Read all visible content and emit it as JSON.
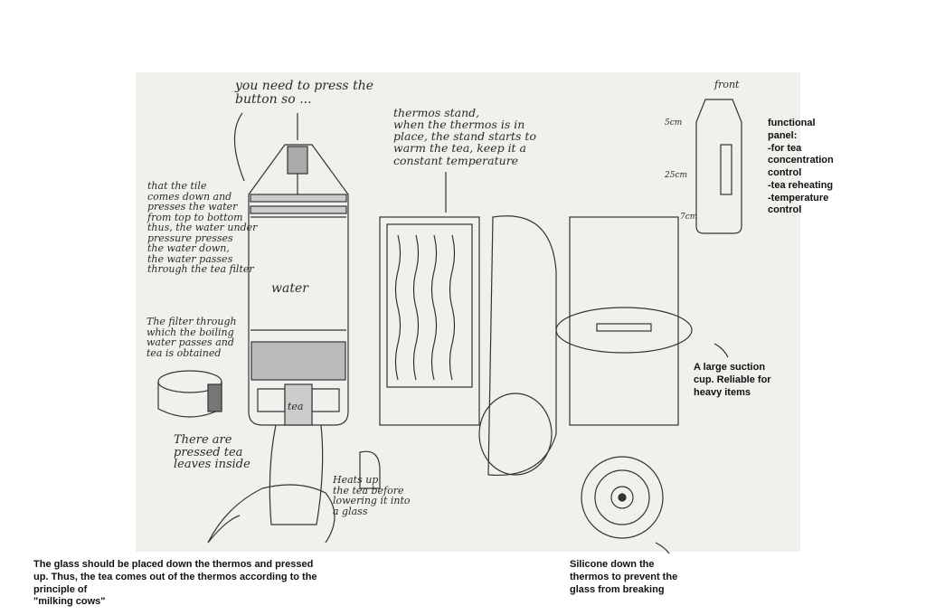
{
  "handwritten": {
    "press_button": "you need to press the\nbutton so ...",
    "thermos_stand": "thermos stand,\nwhen the thermos is in\nplace, the stand starts to\nwarm the tea, keep it a\nconstant temperature",
    "tile": "that the tile\ncomes down and\npresses the water\nfrom top to bottom\nthus, the water under\npressure presses\nthe water down,\nthe water passes\nthrough the tea filter",
    "water_label": "water",
    "filter": "The filter through\nwhich the boiling\nwater passes and\ntea is obtained",
    "tea_label": "tea",
    "pressed_leaves": "There are\npressed tea\nleaves inside",
    "heats_up": "Heats up\nthe tea before\nlowering it into\na glass",
    "front": "front",
    "dim_5": "5cm",
    "dim_25": "25cm",
    "dim_7": "7cm"
  },
  "annotations": {
    "functional_panel": "functional\npanel:\n-for tea\nconcentration\ncontrol\n-tea reheating\n-temperature\ncontrol",
    "suction_cup": "A large suction\ncup. Reliable for\nheavy items",
    "silicone": "Silicone down the\nthermos to prevent the\nglass from breaking",
    "glass": "The glass should be placed down the thermos and pressed\nup. Thus, the tea comes out of the thermos according to the\nprinciple of\n\"milking cows\""
  }
}
